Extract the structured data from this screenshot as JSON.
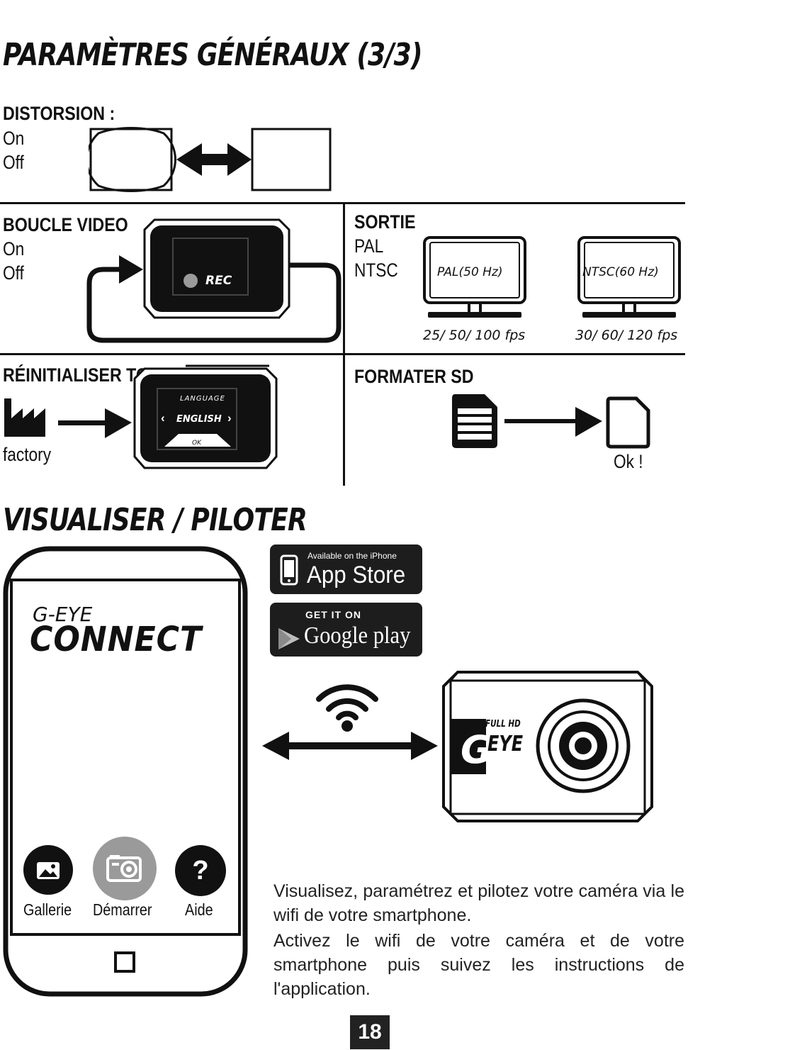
{
  "title_main": "PARAMÈTRES GÉNÉRAUX (3/3)",
  "distorsion": {
    "label": "DISTORSION :",
    "on": "On",
    "off": "Off"
  },
  "boucle": {
    "label": "BOUCLE VIDEO",
    "on": "On",
    "off": "Off",
    "rec": "REC"
  },
  "sortie": {
    "label": "SORTIE",
    "pal": "PAL",
    "ntsc": "NTSC",
    "tv_pal": "PAL(50 Hz)",
    "tv_ntsc": "NTSC(60 Hz)",
    "fps_pal": "25/ 50/ 100 fps",
    "fps_ntsc": "30/ 60/ 120 fps"
  },
  "reset": {
    "label": "RÉINITIALISER TOUT",
    "factory": "factory",
    "screen_language": "LANGUAGE",
    "screen_english": "ENGLISH",
    "screen_ok": "OK"
  },
  "format": {
    "label": "FORMATER SD",
    "ok": "Ok !"
  },
  "title_view": "VISUALISER / PILOTER",
  "phone": {
    "brand_small": "G-EYE",
    "brand_big": "CONNECT",
    "buttons": [
      "Gallerie",
      "Démarrer",
      "Aide"
    ],
    "help_glyph": "?"
  },
  "appstore": {
    "small": "Available on the iPhone",
    "big": "App Store"
  },
  "googleplay": {
    "small": "GET IT ON",
    "big": "Google play"
  },
  "camera": {
    "fullhd": "FULL HD",
    "eye": "EYE",
    "g": "G"
  },
  "description": [
    "Visualisez, paramétrez et pilotez votre caméra via le wifi de votre smartphone.",
    "Activez le wifi de votre caméra et de votre smartphone puis suivez les instructions de l'application."
  ],
  "page_number": "18",
  "colors": {
    "ink": "#111111",
    "grey": "#9a9a9a"
  }
}
